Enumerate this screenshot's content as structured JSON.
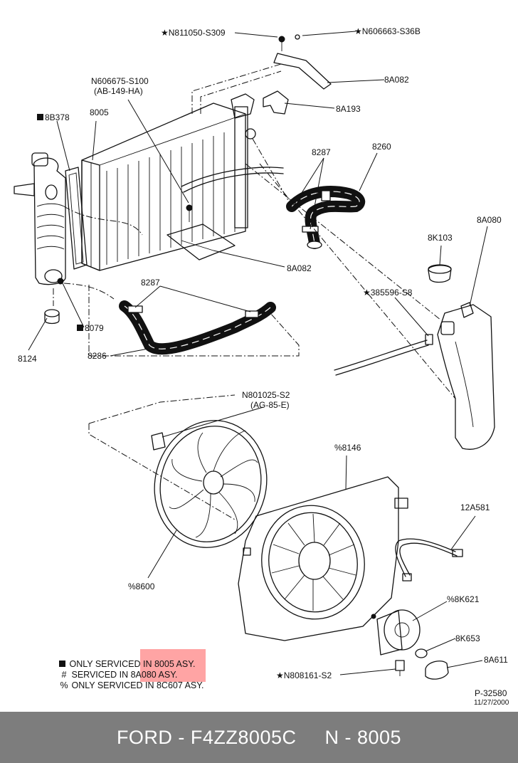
{
  "labels": {
    "n811050": "★N811050-S309",
    "n606663": "★N606663-S36B",
    "8a082_top": "8A082",
    "n606675": "N606675-S100",
    "ab149": "(AB-149-HA)",
    "8a193": "8A193",
    "8b378": "8B378",
    "8005": "8005",
    "8287_top": "8287",
    "8260": "8260",
    "8a080": "8A080",
    "8k103": "8K103",
    "8a082_mid": "8A082",
    "385596": "★385596-S8",
    "8287_low": "8287",
    "8079": "8079",
    "8286": "8286",
    "8124": "8124",
    "n801025": "N801025-S2",
    "ag85": "(AG-85-E)",
    "8146": "%8146",
    "12a581": "12A581",
    "8600": "%8600",
    "8k621": "%8K621",
    "8k653": "8K653",
    "8a611": "8A611",
    "n808161": "★N808161-S2",
    "p32580": "P-32580",
    "date": "11/27/2000"
  },
  "legend": {
    "line1": "ONLY SERVICED IN 8005 ASY.",
    "line2_symbol": "#",
    "line2": "SERVICED IN 8A080 ASY.",
    "line3_symbol": "%",
    "line3": "ONLY SERVICED IN 8C607 ASY."
  },
  "footer": {
    "text": "FORD - F4ZZ8005C     N - 8005"
  },
  "colors": {
    "footer_bg": "#7d7d7d",
    "highlight": "#ff5a5a"
  }
}
